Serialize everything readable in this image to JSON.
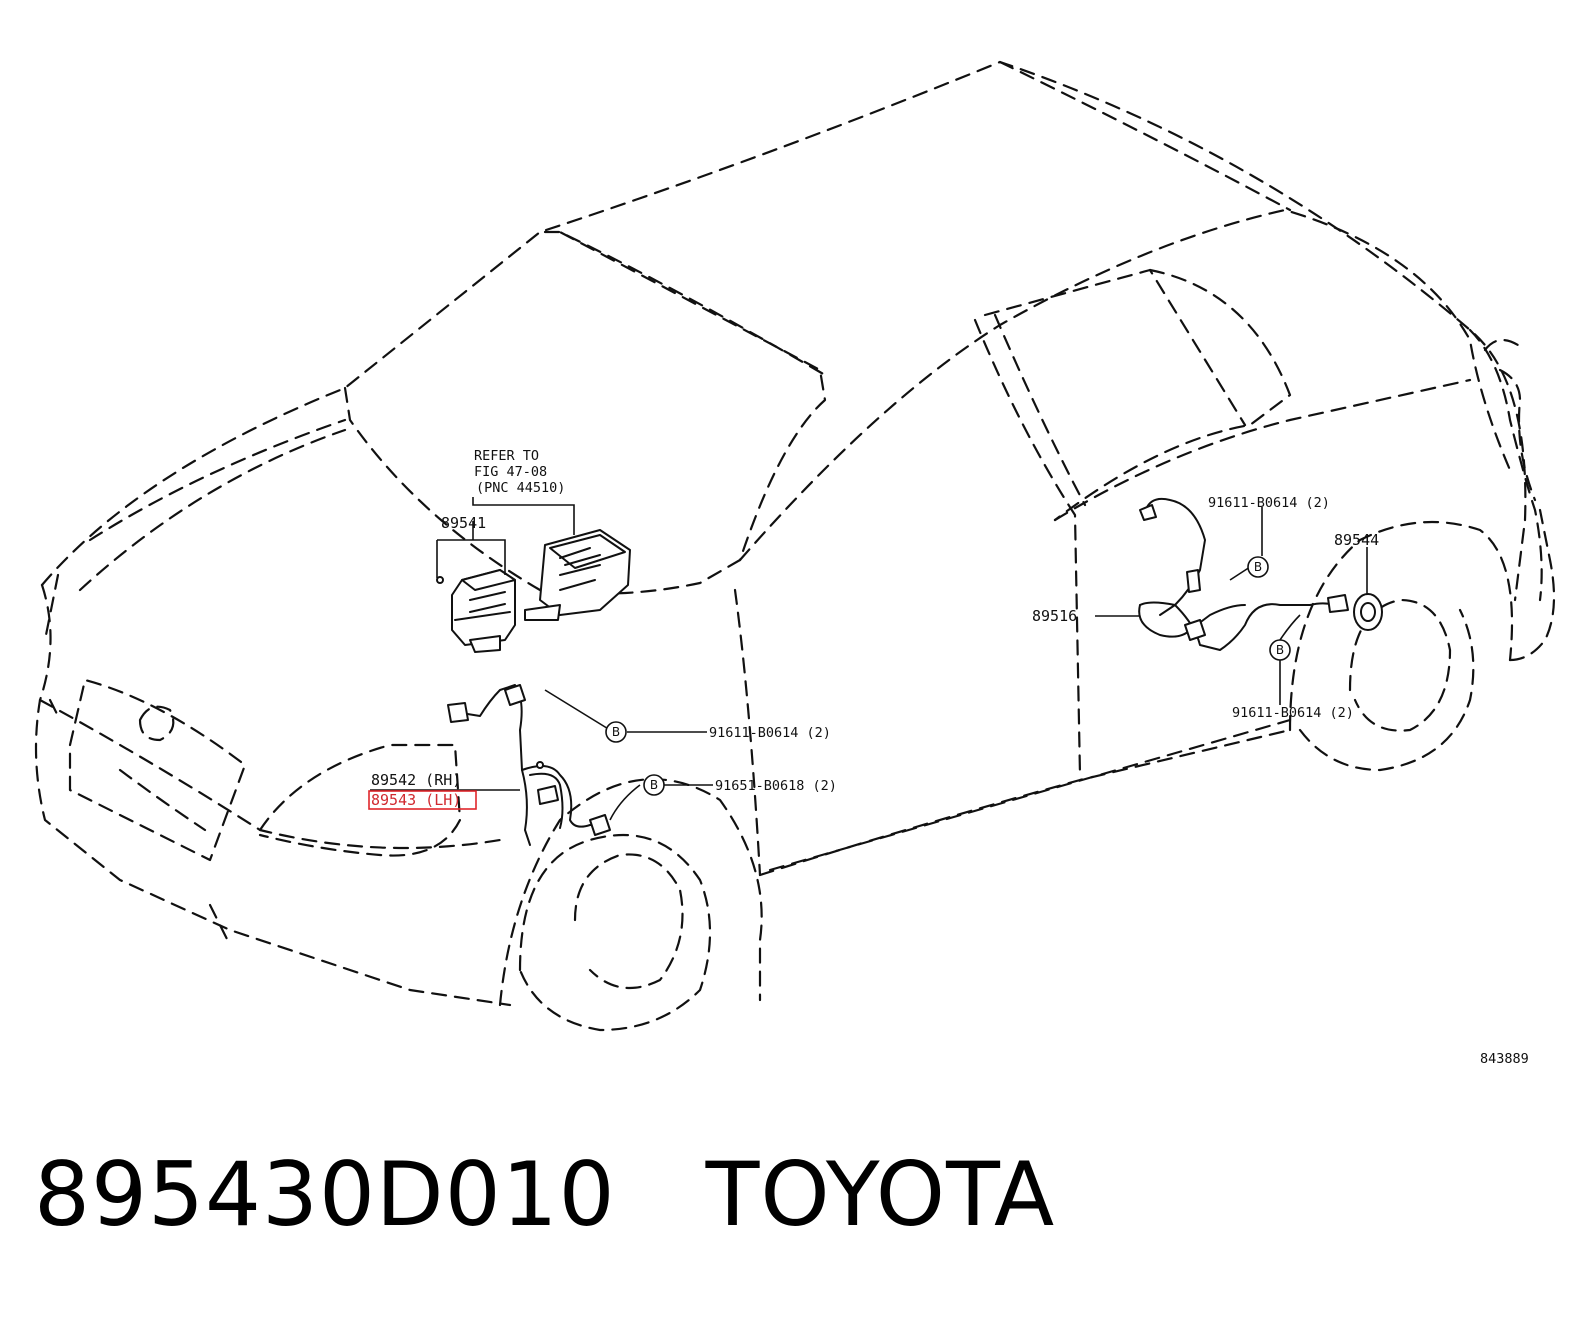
{
  "diagram": {
    "refer_line1": "REFER TO",
    "refer_line2": "FIG 47-08",
    "refer_line3": "(PNC 44510)",
    "part_89541": "89541",
    "part_89542": "89542 (RH)",
    "part_89543": "89543 (LH)",
    "part_89516": "89516",
    "part_89544": "89544",
    "bolt_front_upper": "91611-B0614 (2)",
    "bolt_front_lower": "91651-B0618 (2)",
    "bolt_rear_upper": "91611-B0614 (2)",
    "bolt_rear_lower": "91611-B0614 (2)",
    "bolt_marker": "B",
    "figure_number": "843889",
    "highlight_color": "#e0262b"
  },
  "caption": {
    "part_number": "895430D010",
    "brand": "TOYOTA"
  }
}
